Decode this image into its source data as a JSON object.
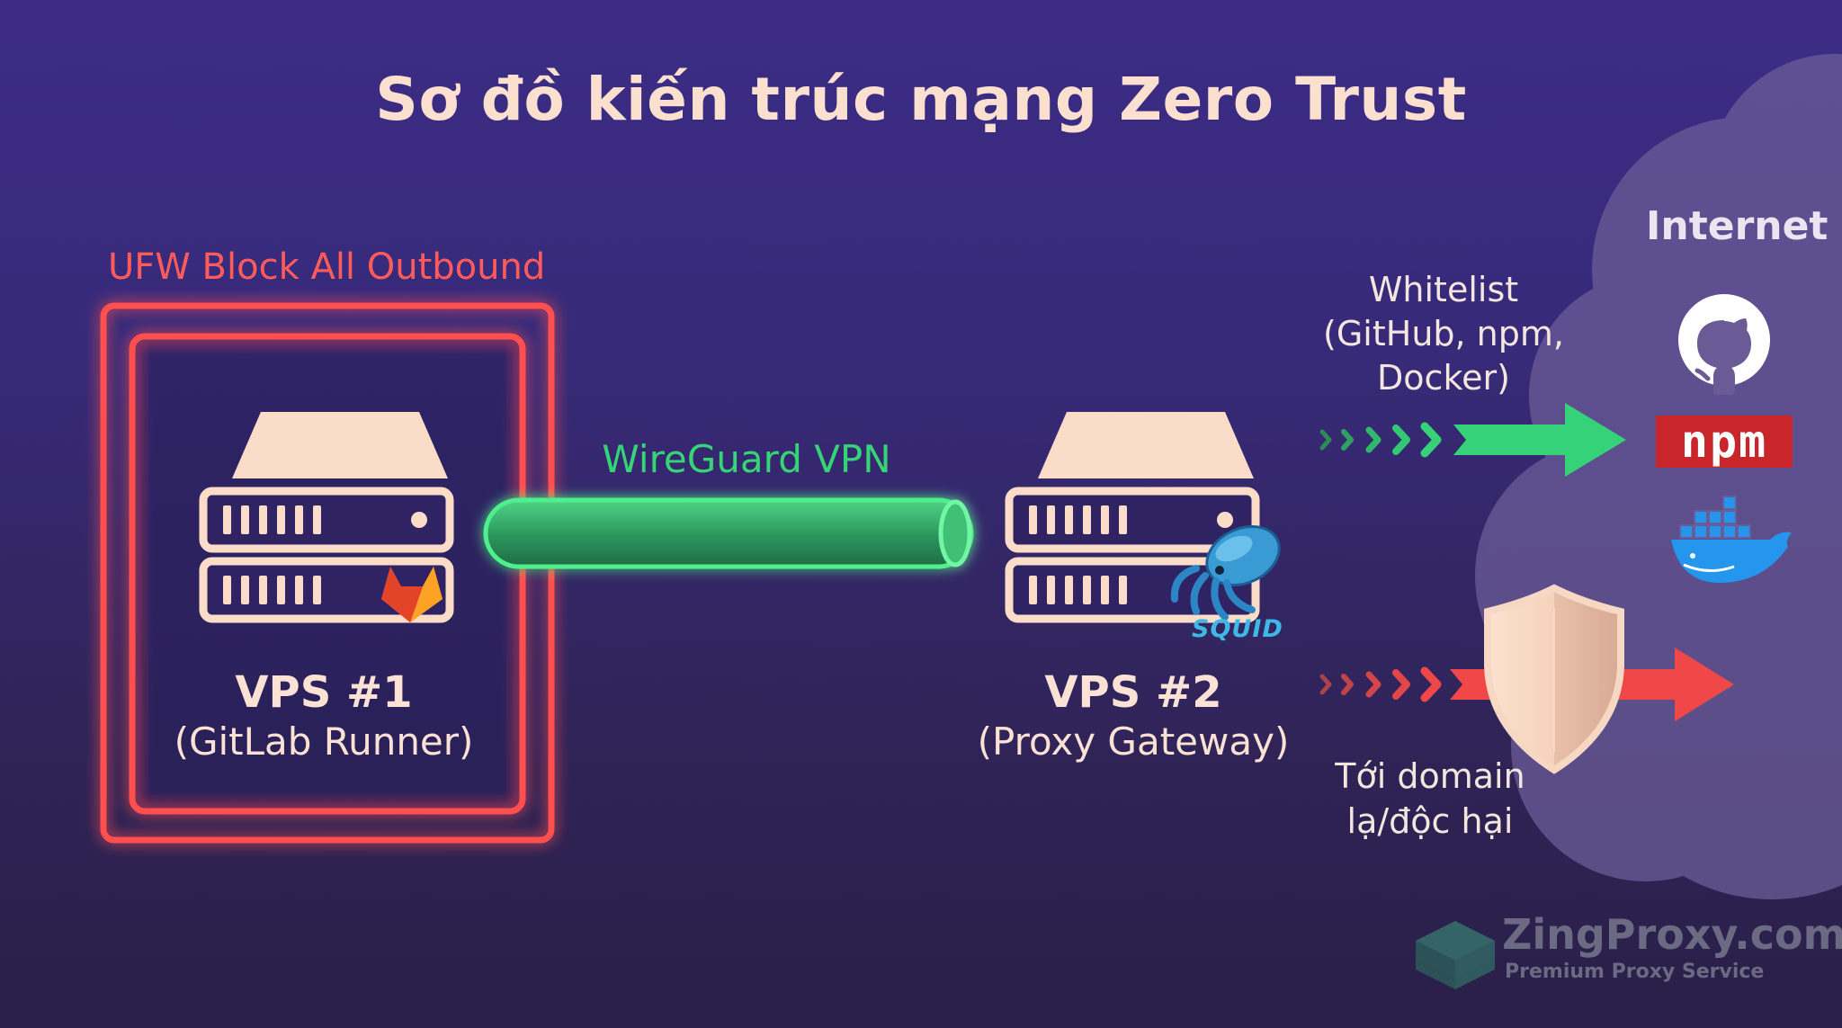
{
  "title": "Sơ đồ kiến trúc mạng Zero Trust",
  "firewall": {
    "label": "UFW Block All Outbound"
  },
  "vps1": {
    "name": "VPS #1",
    "role": "(GitLab Runner)",
    "badge_icon": "gitlab-icon"
  },
  "tunnel": {
    "label": "WireGuard VPN"
  },
  "vps2": {
    "name": "VPS #2",
    "role": "(Proxy Gateway)",
    "badge_icon": "squid-icon",
    "badge_text": "SQUID"
  },
  "internet": {
    "label": "Internet",
    "services": [
      {
        "icon": "github-icon"
      },
      {
        "icon": "npm-logo",
        "text": "npm"
      },
      {
        "icon": "docker-icon"
      }
    ]
  },
  "allow_route": {
    "label": "Whitelist\n(GitHub, npm,\nDocker)",
    "color": "#35d27a"
  },
  "block_route": {
    "label": "Tới domain\nlạ/độc hại",
    "color": "#f04848"
  },
  "colors": {
    "firewall": "#ff4d4d",
    "tunnel": "#3ddc74",
    "server": "#fbdcc8",
    "background": "#3a2b80"
  },
  "watermark": {
    "name": "ZingProxy.com",
    "tagline": "Premium Proxy Service"
  }
}
